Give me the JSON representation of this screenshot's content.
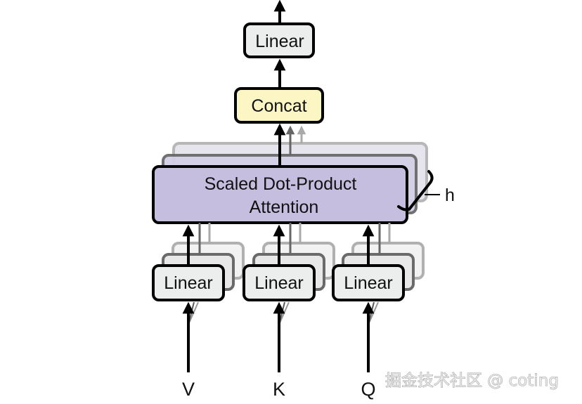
{
  "diagram": {
    "title": "Multi-Head Attention",
    "output_linear": {
      "label": "Linear"
    },
    "concat": {
      "label": "Concat"
    },
    "attention": {
      "line1": "Scaled Dot-Product",
      "line2": "Attention"
    },
    "heads_label": "h",
    "input_linears": [
      {
        "label": "Linear",
        "input": "V"
      },
      {
        "label": "Linear",
        "input": "K"
      },
      {
        "label": "Linear",
        "input": "Q"
      }
    ],
    "colors": {
      "linear_fill": "#eceeee",
      "concat_fill": "#fcf6c4",
      "attention_fill": "#c6bedf",
      "stroke": "#000000",
      "stack_mid": "#666666",
      "stack_back": "#aaaaaa"
    }
  },
  "watermark": "掘金技术社区 @ coting"
}
